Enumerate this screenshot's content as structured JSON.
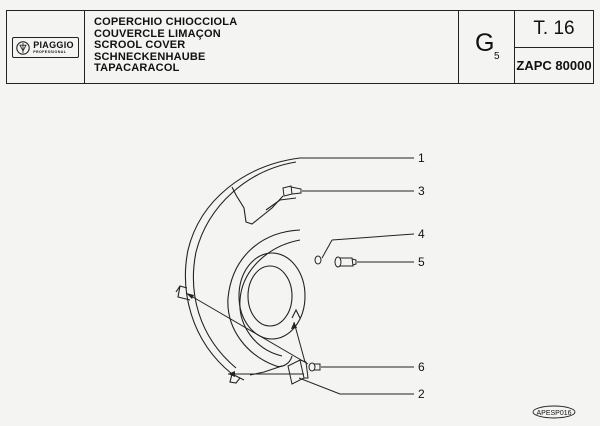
{
  "logo": {
    "brand": "PIAGGIO",
    "sub": "PROFESSIONAL"
  },
  "titles": [
    "COPERCHIO CHIOCCIOLA",
    "COUVERCLE LIMAÇON",
    "SCROOL COVER",
    "SCHNECKENHAUBE",
    "TAPACARACOL"
  ],
  "group": {
    "letter": "G",
    "sub": "5"
  },
  "table": {
    "number": "T. 16",
    "model": "ZAPC 80000"
  },
  "callouts": {
    "c1": "1",
    "c2": "2",
    "c3": "3",
    "c4": "4",
    "c5": "5",
    "c6": "6"
  },
  "stamp": "APESP016"
}
